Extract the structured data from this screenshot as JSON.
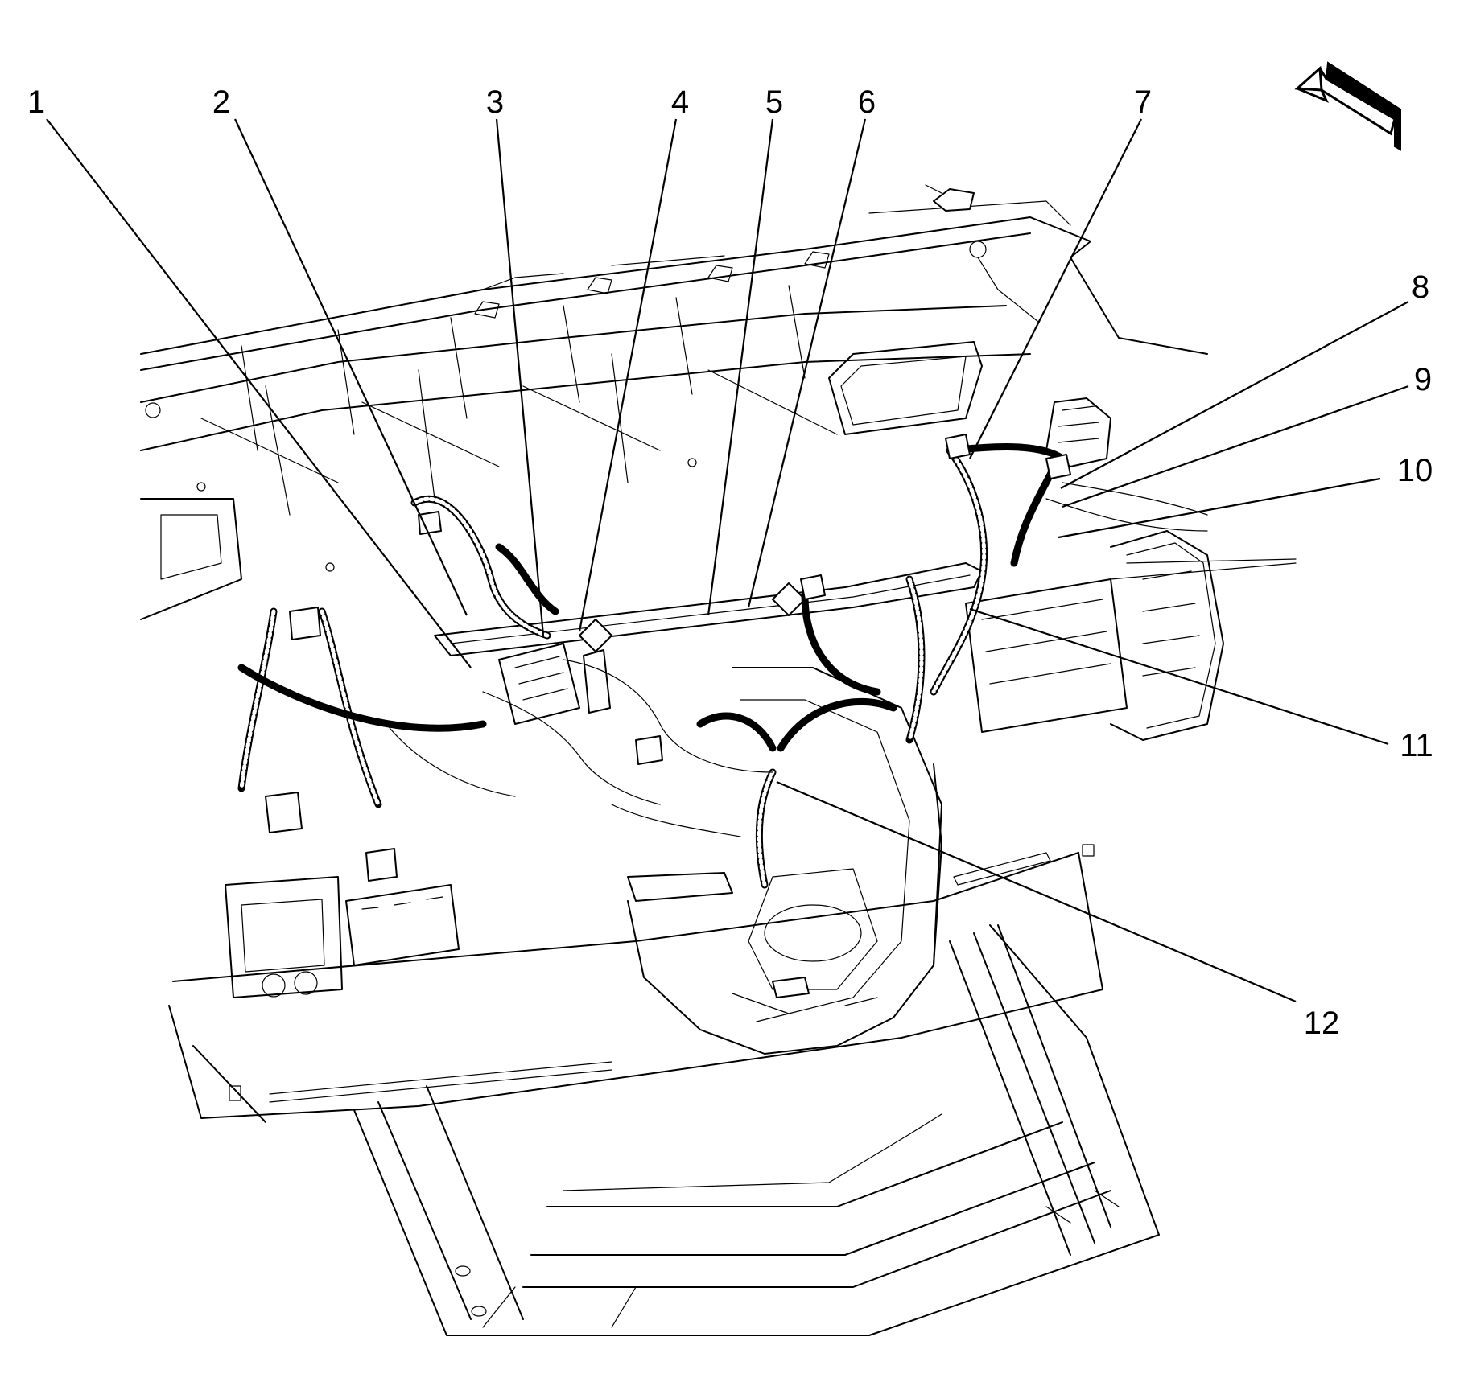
{
  "diagram": {
    "callouts": [
      {
        "id": "1",
        "label": "1"
      },
      {
        "id": "2",
        "label": "2"
      },
      {
        "id": "3",
        "label": "3"
      },
      {
        "id": "4",
        "label": "4"
      },
      {
        "id": "5",
        "label": "5"
      },
      {
        "id": "6",
        "label": "6"
      },
      {
        "id": "7",
        "label": "7"
      },
      {
        "id": "8",
        "label": "8"
      },
      {
        "id": "9",
        "label": "9"
      },
      {
        "id": "10",
        "label": "10"
      },
      {
        "id": "11",
        "label": "11"
      },
      {
        "id": "12",
        "label": "12"
      }
    ],
    "orientation_arrow": "front-arrow-icon"
  }
}
